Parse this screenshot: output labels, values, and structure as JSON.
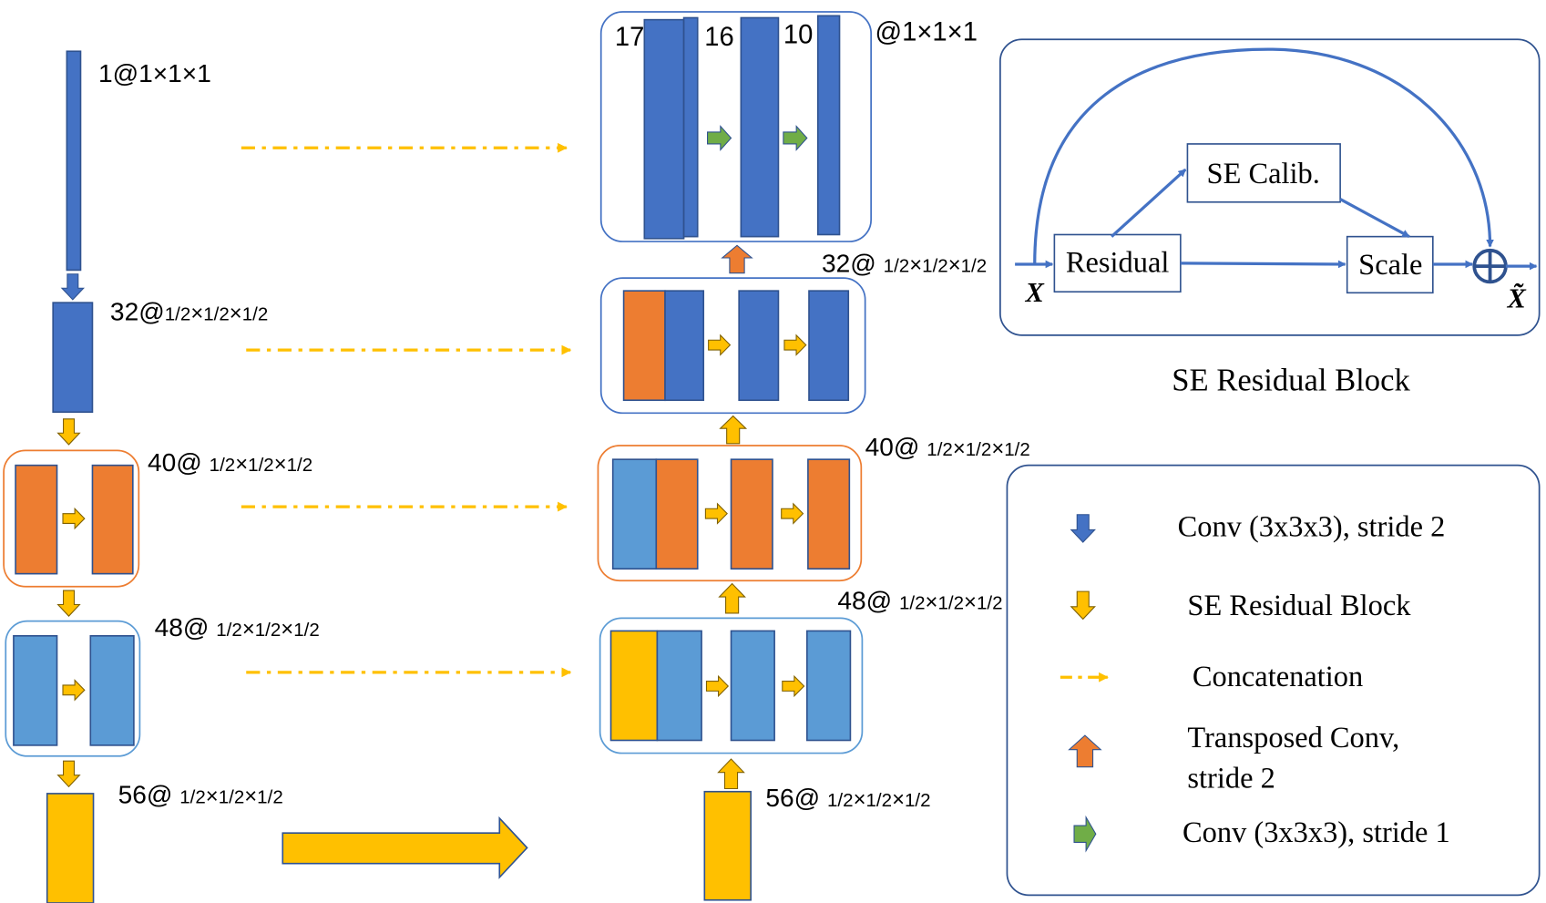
{
  "colors": {
    "dark_blue": "#4472C4",
    "light_blue": "#5B9BD5",
    "orange": "#ED7D31",
    "yellow": "#FFC000",
    "green": "#70AD47",
    "line_blue": "#4472C4"
  },
  "encoder": {
    "labels": [
      {
        "prefix": "1@1×1×1",
        "fractions": []
      },
      {
        "prefix": "32@",
        "fractions": [
          "1/2",
          "1/2",
          "1/2"
        ]
      },
      {
        "prefix": "40@ ",
        "fractions": [
          "1/2",
          "1/2",
          "1/2"
        ]
      },
      {
        "prefix": "48@ ",
        "fractions": [
          "1/2",
          "1/2",
          "1/2"
        ]
      },
      {
        "prefix": "56@ ",
        "fractions": [
          "1/2",
          "1/2",
          "1/2"
        ]
      }
    ]
  },
  "decoder": {
    "top_channel_labels": [
      "17",
      "16",
      "10"
    ],
    "top_size_label": "@1×1×1",
    "labels": [
      {
        "prefix": "32@ ",
        "fractions": [
          "1/2",
          "1/2",
          "1/2"
        ]
      },
      {
        "prefix": "40@ ",
        "fractions": [
          "1/2",
          "1/2",
          "1/2"
        ]
      },
      {
        "prefix": "48@ ",
        "fractions": [
          "1/2",
          "1/2",
          "1/2"
        ]
      },
      {
        "prefix": "56@ ",
        "fractions": [
          "1/2",
          "1/2",
          "1/2"
        ]
      }
    ]
  },
  "se_block": {
    "title": "SE Residual Block",
    "residual": "Residual",
    "se_calib": "SE Calib.",
    "scale": "Scale",
    "input": "X",
    "output": "X̃"
  },
  "legend": {
    "items": [
      {
        "icon": "blue-down-arrow",
        "label": "Conv (3x3x3), stride 2"
      },
      {
        "icon": "yellow-down-arrow",
        "label": "SE Residual Block"
      },
      {
        "icon": "dash-dot-arrow",
        "label": "Concatenation"
      },
      {
        "icon": "orange-up-arrow",
        "label": "Transposed Conv,",
        "label2": "stride 2"
      },
      {
        "icon": "green-right-arrow",
        "label": "Conv (3x3x3), stride 1"
      }
    ]
  }
}
